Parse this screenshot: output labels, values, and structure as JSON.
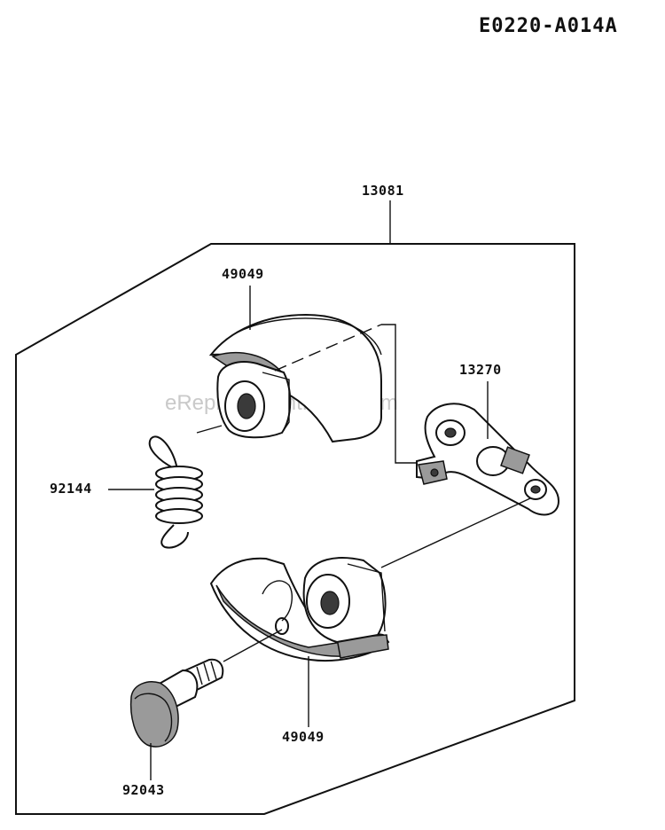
{
  "diagram_ref": "E0220-A014A",
  "watermark": "eReplacementParts.com",
  "parts": {
    "assembly": "13081",
    "shoe_upper": "49049",
    "shoe_lower": "49049",
    "plate": "13270",
    "spring": "92144",
    "bolt": "92043"
  }
}
